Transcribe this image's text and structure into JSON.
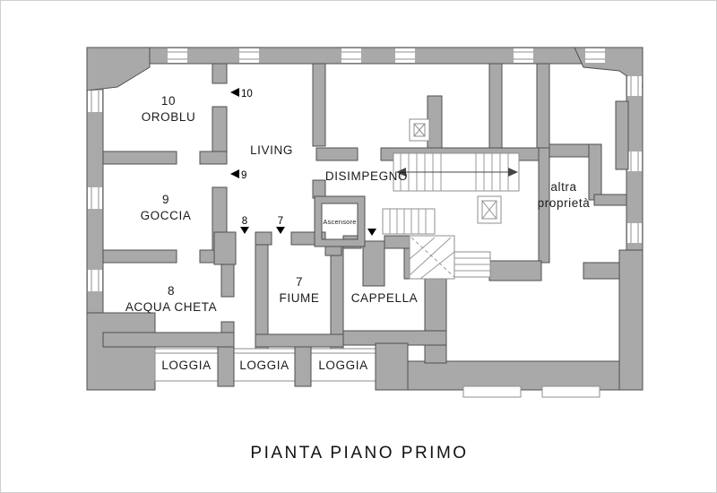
{
  "title": "PIANTA PIANO PRIMO",
  "plan": {
    "rooms": {
      "oroblu": {
        "number": "10",
        "name": "OROBLU"
      },
      "goccia": {
        "number": "9",
        "name": "GOCCIA"
      },
      "acqua_cheta": {
        "number": "8",
        "name": "ACQUA CHETA"
      },
      "fiume": {
        "number": "7",
        "name": "FIUME"
      },
      "living": {
        "name": "LIVING"
      },
      "disimpegno": {
        "name": "DISIMPEGNO"
      },
      "cappella": {
        "name": "CAPPELLA"
      },
      "ascensore": {
        "name": "Ascensore"
      },
      "altra_proprieta": {
        "line1": "altra",
        "line2": "proprietà"
      }
    },
    "loggias": [
      {
        "label": "LOGGIA"
      },
      {
        "label": "LOGGIA"
      },
      {
        "label": "LOGGIA"
      }
    ],
    "entrance_markers": {
      "unit10": "10",
      "unit9": "9",
      "unit8": "8",
      "unit7": "7"
    },
    "colors": {
      "wall_fill": "#a9a9a9",
      "wall_outline": "#4f4f4f",
      "background": "#ffffff"
    }
  }
}
